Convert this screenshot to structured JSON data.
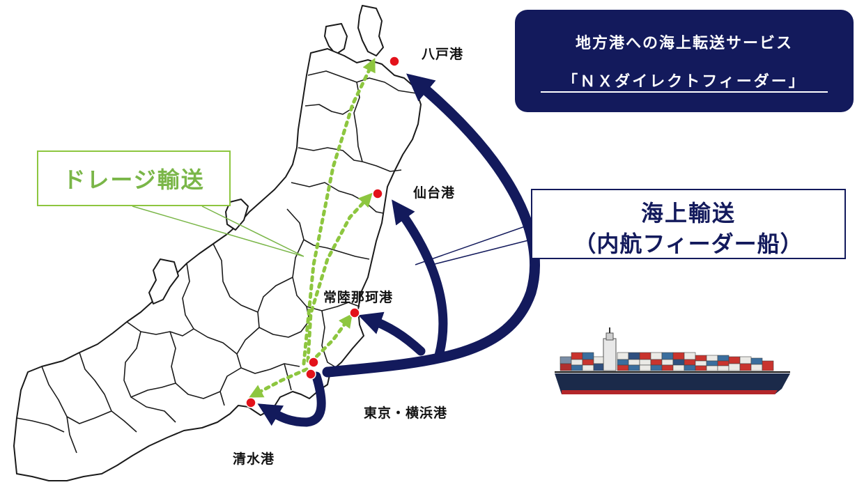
{
  "title": {
    "line1": "地方港への海上転送サービス",
    "line2": "「ＮＸダイレクトフィーダー」"
  },
  "legend": {
    "drayage": "ドレージ輸送",
    "sea_line1": "海上輸送",
    "sea_line2": "（内航フィーダー船）"
  },
  "ports": {
    "hachinohe": "八戸港",
    "sendai": "仙台港",
    "hitachinaka": "常陸那珂港",
    "tokyo_yokohama": "東京・横浜港",
    "shimizu": "清水港"
  },
  "colors": {
    "sea_route": "#131a5c",
    "drayage_route": "#8dc63f",
    "port_marker": "#e3121b",
    "map_outline": "#1a1a1a"
  }
}
